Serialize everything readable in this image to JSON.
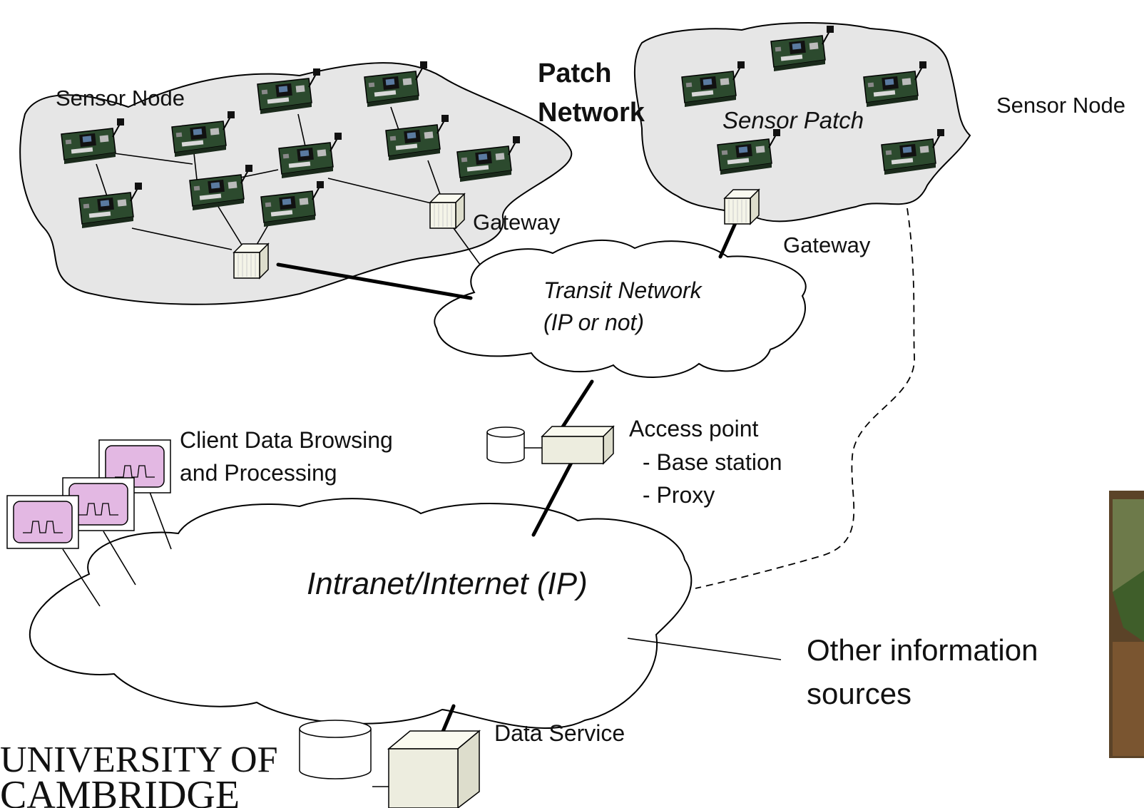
{
  "labels": {
    "sensor_node_left": "Sensor Node",
    "patch_network_line1": "Patch",
    "patch_network_line2": "Network",
    "sensor_patch": "Sensor Patch",
    "sensor_node_right": "Sensor Node",
    "gateway_left": "Gateway",
    "gateway_right": "Gateway",
    "transit_line1": "Transit Network",
    "transit_line2": "(IP or not)",
    "client_line1": "Client Data Browsing",
    "client_line2": "and Processing",
    "access_line1": "Access point",
    "access_line2": " - Base station",
    "access_line3": " - Proxy",
    "internet": "Intranet/Internet (IP)",
    "other_line1": "Other information",
    "other_line2": "sources",
    "data_service": "Data Service"
  },
  "logo": {
    "line1": "UNIVERSITY OF",
    "line2": "CAMBRIDGE"
  },
  "colors": {
    "patch_fill": "#e6e6e6",
    "board_green": "#2c4a2e",
    "screen_fill": "#e3b8e3",
    "box_fill": "#ededdf"
  },
  "icons": {
    "sensor_board": "sensor-board-icon",
    "gateway": "gateway-box-icon",
    "database": "database-cylinder-icon",
    "monitor": "monitor-icon"
  }
}
